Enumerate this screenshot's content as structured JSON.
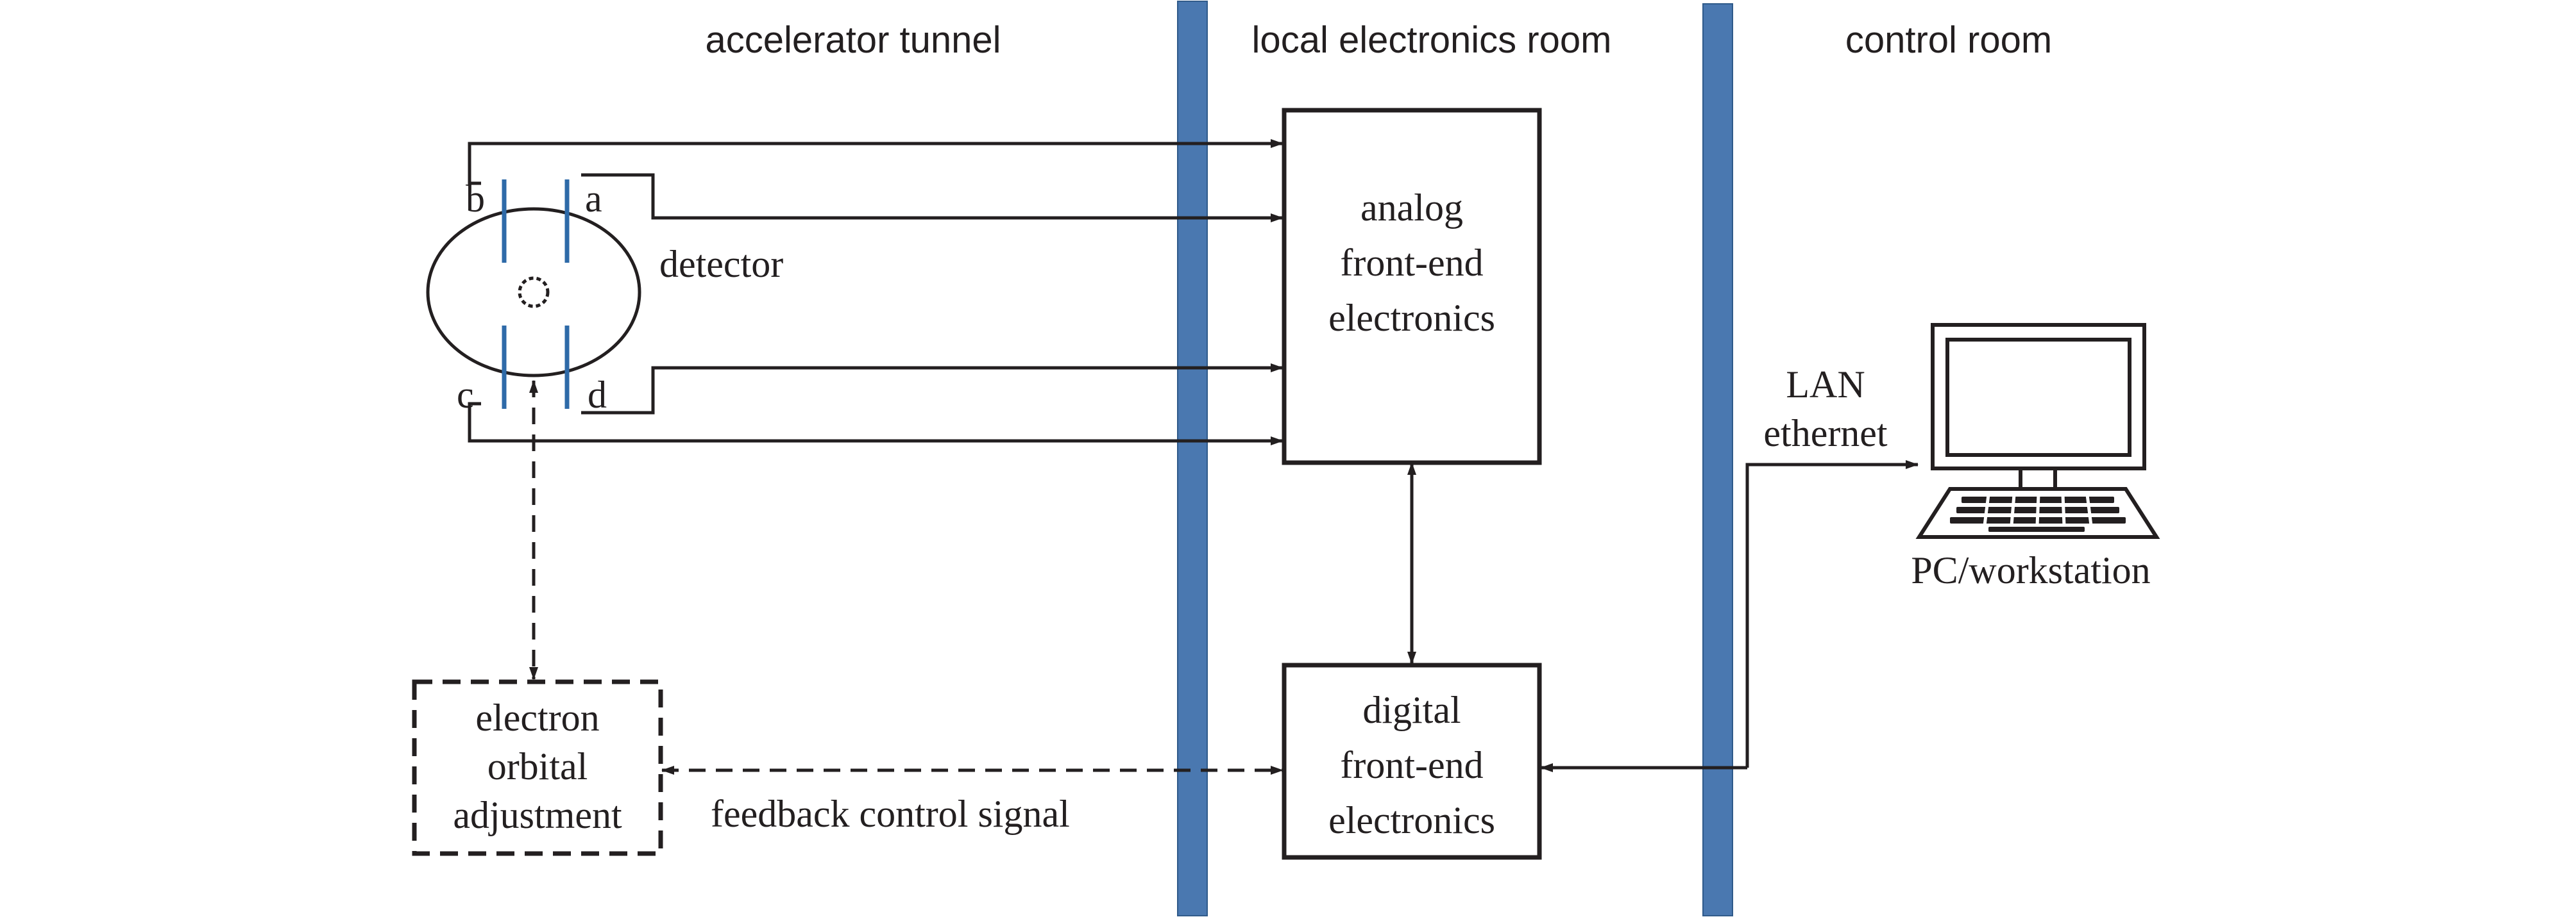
{
  "sections": {
    "tunnel": "accelerator tunnel",
    "electronics_room": "local electronics room",
    "control_room": "control room"
  },
  "detector": {
    "label": "detector",
    "electrodes": {
      "a": "a",
      "b": "b",
      "c": "c",
      "d": "d"
    }
  },
  "analog_box": {
    "lines": [
      "analog",
      "front-end",
      "electronics"
    ]
  },
  "digital_box": {
    "lines": [
      "digital",
      "front-end",
      "electronics"
    ]
  },
  "orbit_box": {
    "lines": [
      "electron",
      "orbital",
      "adjustment"
    ]
  },
  "feedback_label": "feedback control signal",
  "network_label": {
    "lines": [
      "LAN",
      "ethernet"
    ]
  },
  "workstation_label": "PC/workstation",
  "colors": {
    "wall": "#4a78b0",
    "electrode": "#2e6aa8",
    "line": "#231f20"
  }
}
